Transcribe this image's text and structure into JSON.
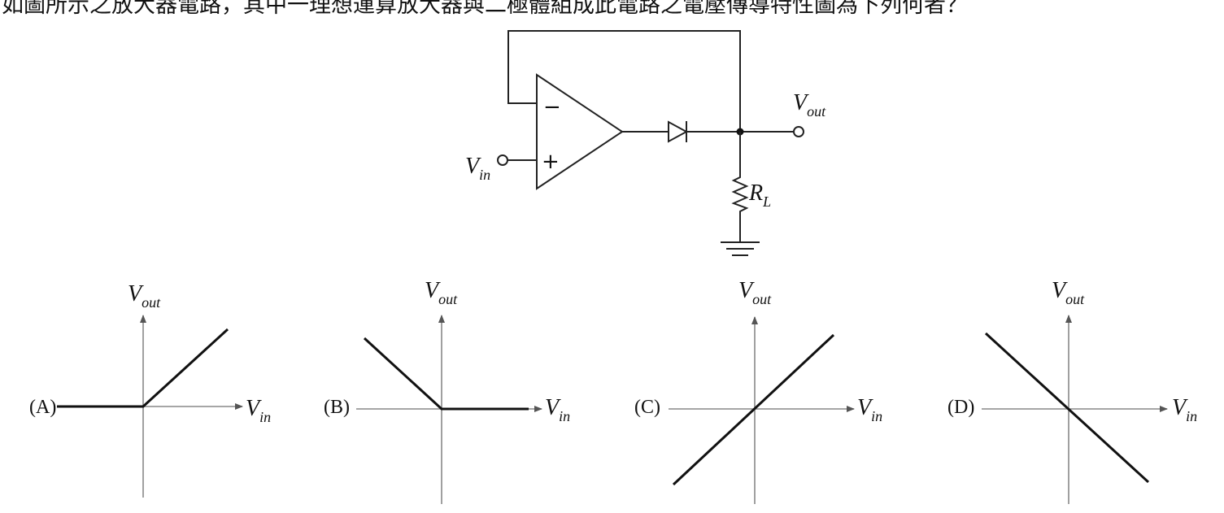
{
  "question": {
    "text": "如圖所示之放大器電路，其中一理想運算放大器與二極體組成此電路之電壓傳導特性圖為下列何者？"
  },
  "circuit": {
    "vout_main": "V",
    "vout_sub": "out",
    "vin_main": "V",
    "vin_sub": "in",
    "rl_main": "R",
    "rl_sub": "L",
    "minus": "−",
    "plus": "+"
  },
  "options": [
    {
      "label": "(A)",
      "vout_main": "V",
      "vout_sub": "out",
      "vin_main": "V",
      "vin_sub": "in"
    },
    {
      "label": "(B)",
      "vout_main": "V",
      "vout_sub": "out",
      "vin_main": "V",
      "vin_sub": "in"
    },
    {
      "label": "(C)",
      "vout_main": "V",
      "vout_sub": "out",
      "vin_main": "V",
      "vin_sub": "in"
    },
    {
      "label": "(D)",
      "vout_main": "V",
      "vout_sub": "out",
      "vin_main": "V",
      "vin_sub": "in"
    }
  ],
  "colors": {
    "line": "#111111",
    "axis": "#888888"
  }
}
